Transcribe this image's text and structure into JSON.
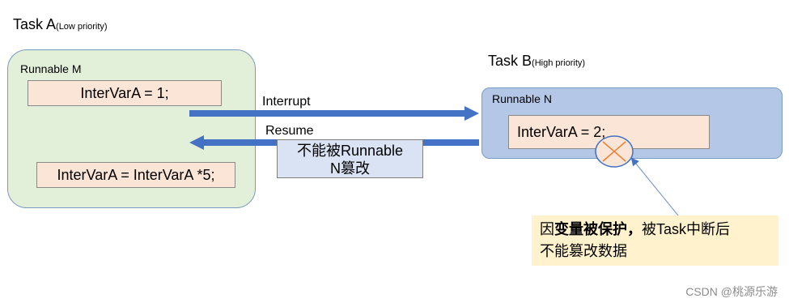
{
  "task_a": {
    "title": "Task A",
    "priority": "(Low priority)"
  },
  "task_b": {
    "title": "Task B",
    "priority": "(High priority)"
  },
  "runnable_m": {
    "label": "Runnable M",
    "code1": "InterVarA = 1;",
    "code2": "InterVarA = InterVarA *5;"
  },
  "runnable_n": {
    "label": "Runnable N",
    "code": "InterVarA = 2;"
  },
  "arrows": {
    "interrupt": "Interrupt",
    "resume": "Resume"
  },
  "protect_box": {
    "line1": "不能被Runnable",
    "line2": "N篡改"
  },
  "note": {
    "prefix": "因",
    "bold": "变量被保护，",
    "suffix": "被Task中断后",
    "line2": "不能篡改数据"
  },
  "watermark": "CSDN @桃源乐游",
  "colors": {
    "runnable_m_bg": "#e2efd9",
    "runnable_n_bg": "#b4c7e7",
    "code_bg": "#fbe5d6",
    "arrow_blue": "#4472c4",
    "cross_orange": "#ed7d31",
    "note_bg": "#fff2cc"
  }
}
